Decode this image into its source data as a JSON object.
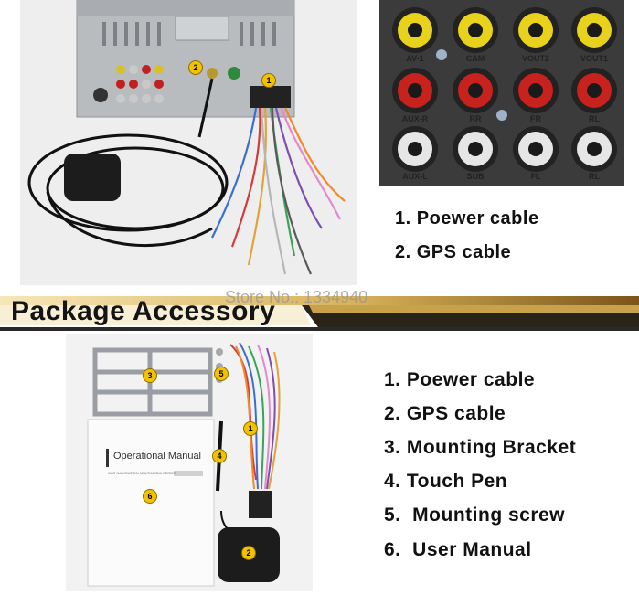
{
  "top_list": {
    "items": [
      "1. Poewer cable",
      "2. GPS cable"
    ]
  },
  "banner": {
    "title": "Package Accessory",
    "watermark": "Store No.: 1334940"
  },
  "bottom_list": {
    "items": [
      "1. Poewer cable",
      "2. GPS cable",
      "3. Mounting Bracket",
      "4. Touch Pen",
      "5.  Mounting screw",
      "6.  User Manual"
    ]
  },
  "badges": {
    "one": "1",
    "two": "2",
    "three": "3",
    "four": "4",
    "five": "5",
    "six": "6"
  },
  "manual": {
    "title": "Operational Manual",
    "subtitle": "CAR NAVIGATION MULTIMEDIA SERIES"
  },
  "rca_labels": {
    "row1": [
      "AV-1",
      "CAM",
      "VOUT2",
      "VOUT1"
    ],
    "row2": [
      "AUX-R",
      "RR",
      "FR",
      "RL"
    ],
    "row3": [
      "AUX-L",
      "SUB",
      "FL",
      "RL"
    ]
  },
  "colors": {
    "banner_gold": "#c8a24a",
    "banner_dark": "#1a1a1a",
    "badge_yellow": "#f2c200",
    "rca_yellow": "#e8d21c",
    "rca_red": "#c8221e",
    "rca_white": "#e6e6e6"
  }
}
